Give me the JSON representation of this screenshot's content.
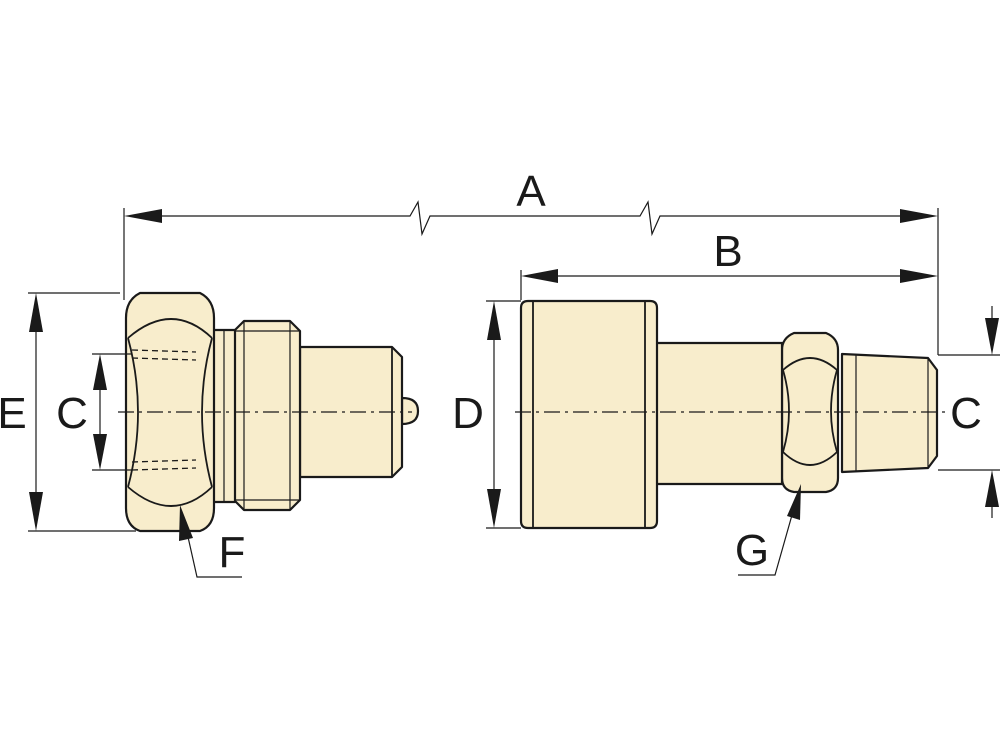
{
  "labels": {
    "A": "A",
    "B": "B",
    "C_left": "C",
    "C_right": "C",
    "D": "D",
    "E": "E",
    "F": "F",
    "G": "G"
  },
  "colors": {
    "part_fill": "#f8edcc",
    "line": "#1a1a1a",
    "background": "#ffffff"
  }
}
